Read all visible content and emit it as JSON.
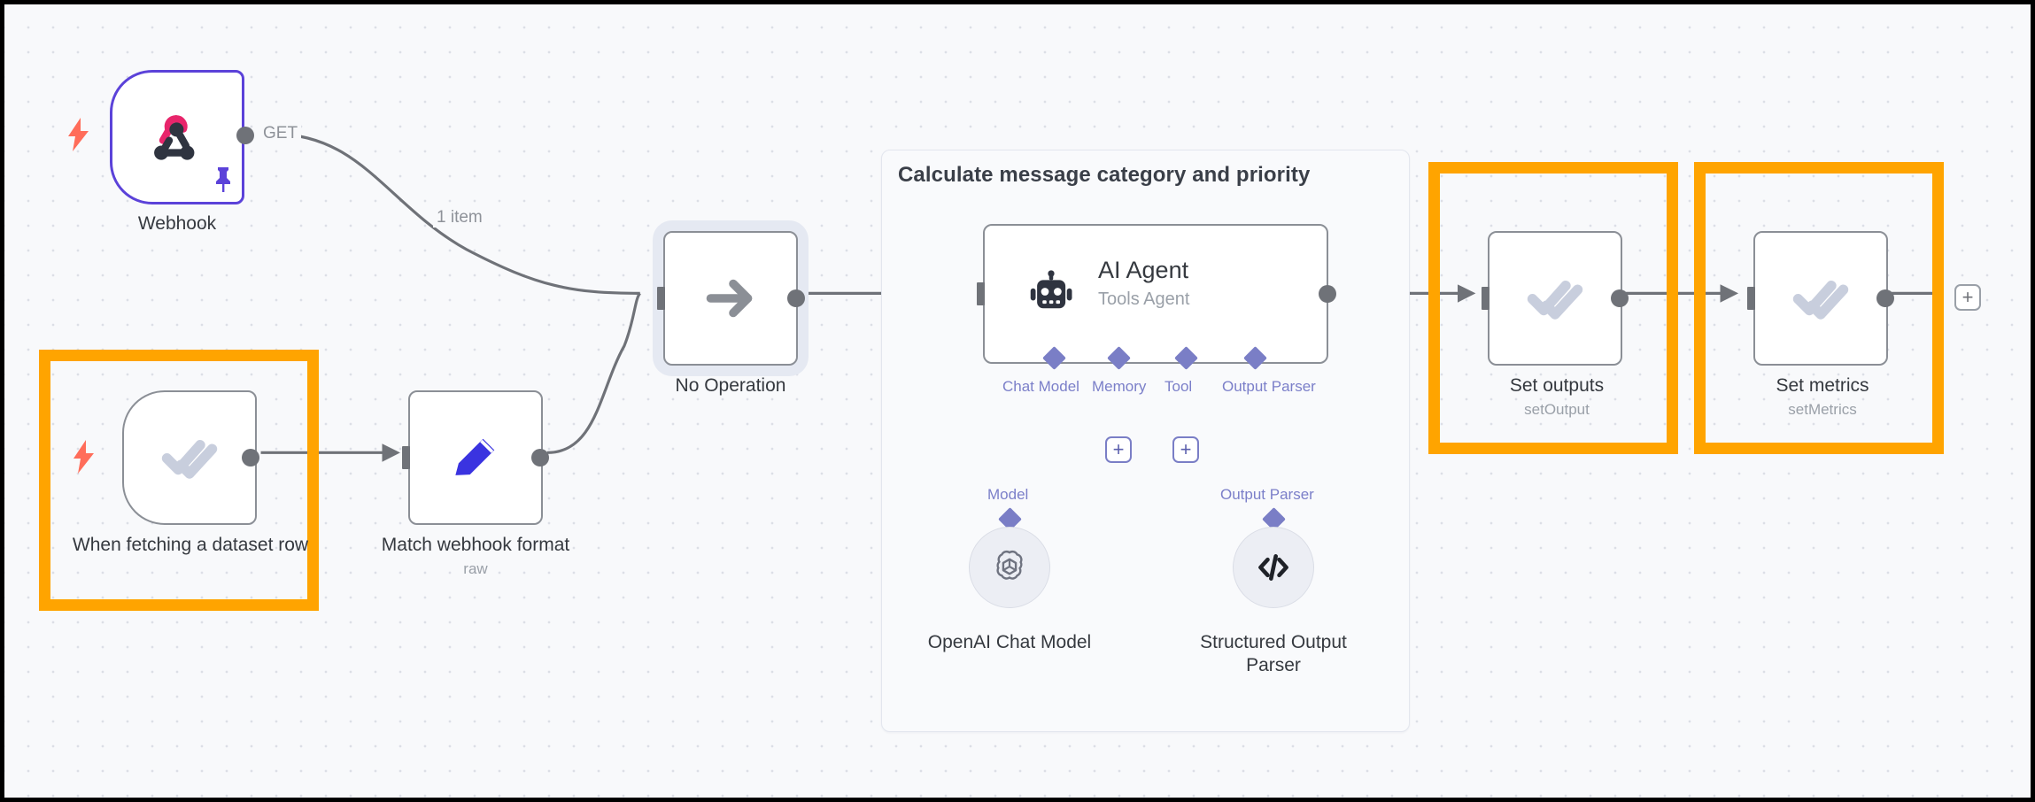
{
  "app": {
    "name": "n8n-workflow-canvas",
    "background_color": "#f8f9fb",
    "highlight_color": "#ffa400",
    "accent_purple": "#7a7ec6",
    "trigger_color": "#ff6d5a"
  },
  "sticky_notes": [
    {
      "title": "Calculate message category and priority"
    }
  ],
  "nodes": [
    {
      "id": "webhook",
      "label": "Webhook",
      "sublabel": "",
      "icon": "webhook-icon",
      "is_trigger": true,
      "pinned": true,
      "border_color": "#5b42d9",
      "highlighted": false
    },
    {
      "id": "when-fetching-dataset-row",
      "label": "When fetching a dataset row",
      "sublabel": "",
      "icon": "double-check-icon",
      "is_trigger": true,
      "pinned": false,
      "border_color": "#8b8f96",
      "highlighted": true
    },
    {
      "id": "match-webhook-format",
      "label": "Match webhook format",
      "sublabel": "raw",
      "icon": "pencil-icon",
      "is_trigger": false,
      "pinned": false,
      "border_color": "#8b8f96",
      "highlighted": false
    },
    {
      "id": "no-operation",
      "label": "No Operation",
      "sublabel": "",
      "icon": "arrow-right-icon",
      "is_trigger": false,
      "pinned": false,
      "border_color": "#8b8f96",
      "highlighted": false,
      "selected": true
    },
    {
      "id": "ai-agent",
      "label": "AI Agent",
      "sublabel": "Tools Agent",
      "icon": "robot-icon",
      "is_trigger": false,
      "pinned": false,
      "border_color": "#8b8f96",
      "highlighted": false
    },
    {
      "id": "set-outputs",
      "label": "Set outputs",
      "sublabel": "setOutput",
      "icon": "double-check-icon",
      "is_trigger": false,
      "pinned": false,
      "border_color": "#8b8f96",
      "highlighted": true
    },
    {
      "id": "set-metrics",
      "label": "Set metrics",
      "sublabel": "setMetrics",
      "icon": "double-check-icon",
      "is_trigger": false,
      "pinned": false,
      "border_color": "#8b8f96",
      "highlighted": true
    }
  ],
  "sub_nodes": [
    {
      "id": "openai-chat-model",
      "label": "OpenAI Chat Model",
      "icon": "openai-icon",
      "connector_label": "Model"
    },
    {
      "id": "structured-output-parser",
      "label": "Structured Output Parser",
      "icon": "code-brackets-icon",
      "connector_label": "Output Parser"
    }
  ],
  "agent_ports": [
    {
      "label": "Chat Model",
      "has_add_button": false
    },
    {
      "label": "Memory",
      "has_add_button": true
    },
    {
      "label": "Tool",
      "has_add_button": true
    },
    {
      "label": "Output Parser",
      "has_add_button": false
    }
  ],
  "connections": [
    {
      "from": "webhook",
      "to": "no-operation",
      "label": "GET",
      "item_label": "1 item"
    },
    {
      "from": "when-fetching-dataset-row",
      "to": "match-webhook-format",
      "label": "",
      "item_label": ""
    },
    {
      "from": "match-webhook-format",
      "to": "no-operation",
      "label": "",
      "item_label": ""
    },
    {
      "from": "no-operation",
      "to": "ai-agent",
      "label": "",
      "item_label": ""
    },
    {
      "from": "ai-agent",
      "to": "set-outputs",
      "label": "",
      "item_label": ""
    },
    {
      "from": "set-outputs",
      "to": "set-metrics",
      "label": "",
      "item_label": ""
    }
  ],
  "buttons": {
    "add_node_end": "+",
    "add_memory": "+",
    "add_tool": "+"
  }
}
